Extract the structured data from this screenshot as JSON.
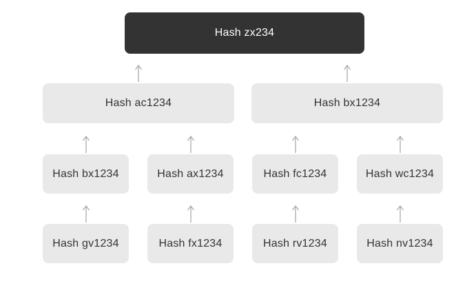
{
  "diagram": {
    "type": "merkle-hash-tree",
    "tree": {
      "levels": [
        {
          "nodes": [
            {
              "label": "Hash zx234",
              "variant": "dark-root"
            }
          ]
        },
        {
          "nodes": [
            {
              "label": "Hash ac1234"
            },
            {
              "label": "Hash bx1234"
            }
          ]
        },
        {
          "nodes": [
            {
              "label": "Hash bx1234"
            },
            {
              "label": "Hash ax1234"
            },
            {
              "label": "Hash fc1234"
            },
            {
              "label": "Hash wc1234"
            }
          ]
        },
        {
          "nodes": [
            {
              "label": "Hash gv1234"
            },
            {
              "label": "Hash fx1234"
            },
            {
              "label": "Hash rv1234"
            },
            {
              "label": "Hash nv1234"
            }
          ]
        }
      ]
    },
    "edges": "upward arrows from each child node to its parent node",
    "colors": {
      "background": "#ffffff",
      "root_node_bg": "#333333",
      "root_node_text": "#ffffff",
      "node_bg": "#e9e9e9",
      "node_text": "#333333",
      "arrow": "#aaaaaa"
    }
  }
}
